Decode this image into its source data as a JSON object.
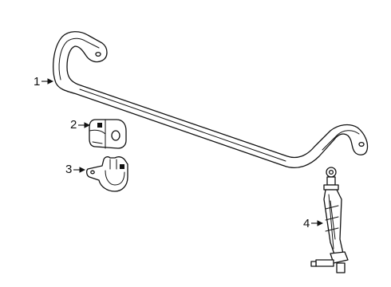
{
  "callouts": [
    {
      "number": "1",
      "part": "stabilizer-bar"
    },
    {
      "number": "2",
      "part": "bushing"
    },
    {
      "number": "3",
      "part": "bushing-bracket"
    },
    {
      "number": "4",
      "part": "stabilizer-link"
    }
  ]
}
